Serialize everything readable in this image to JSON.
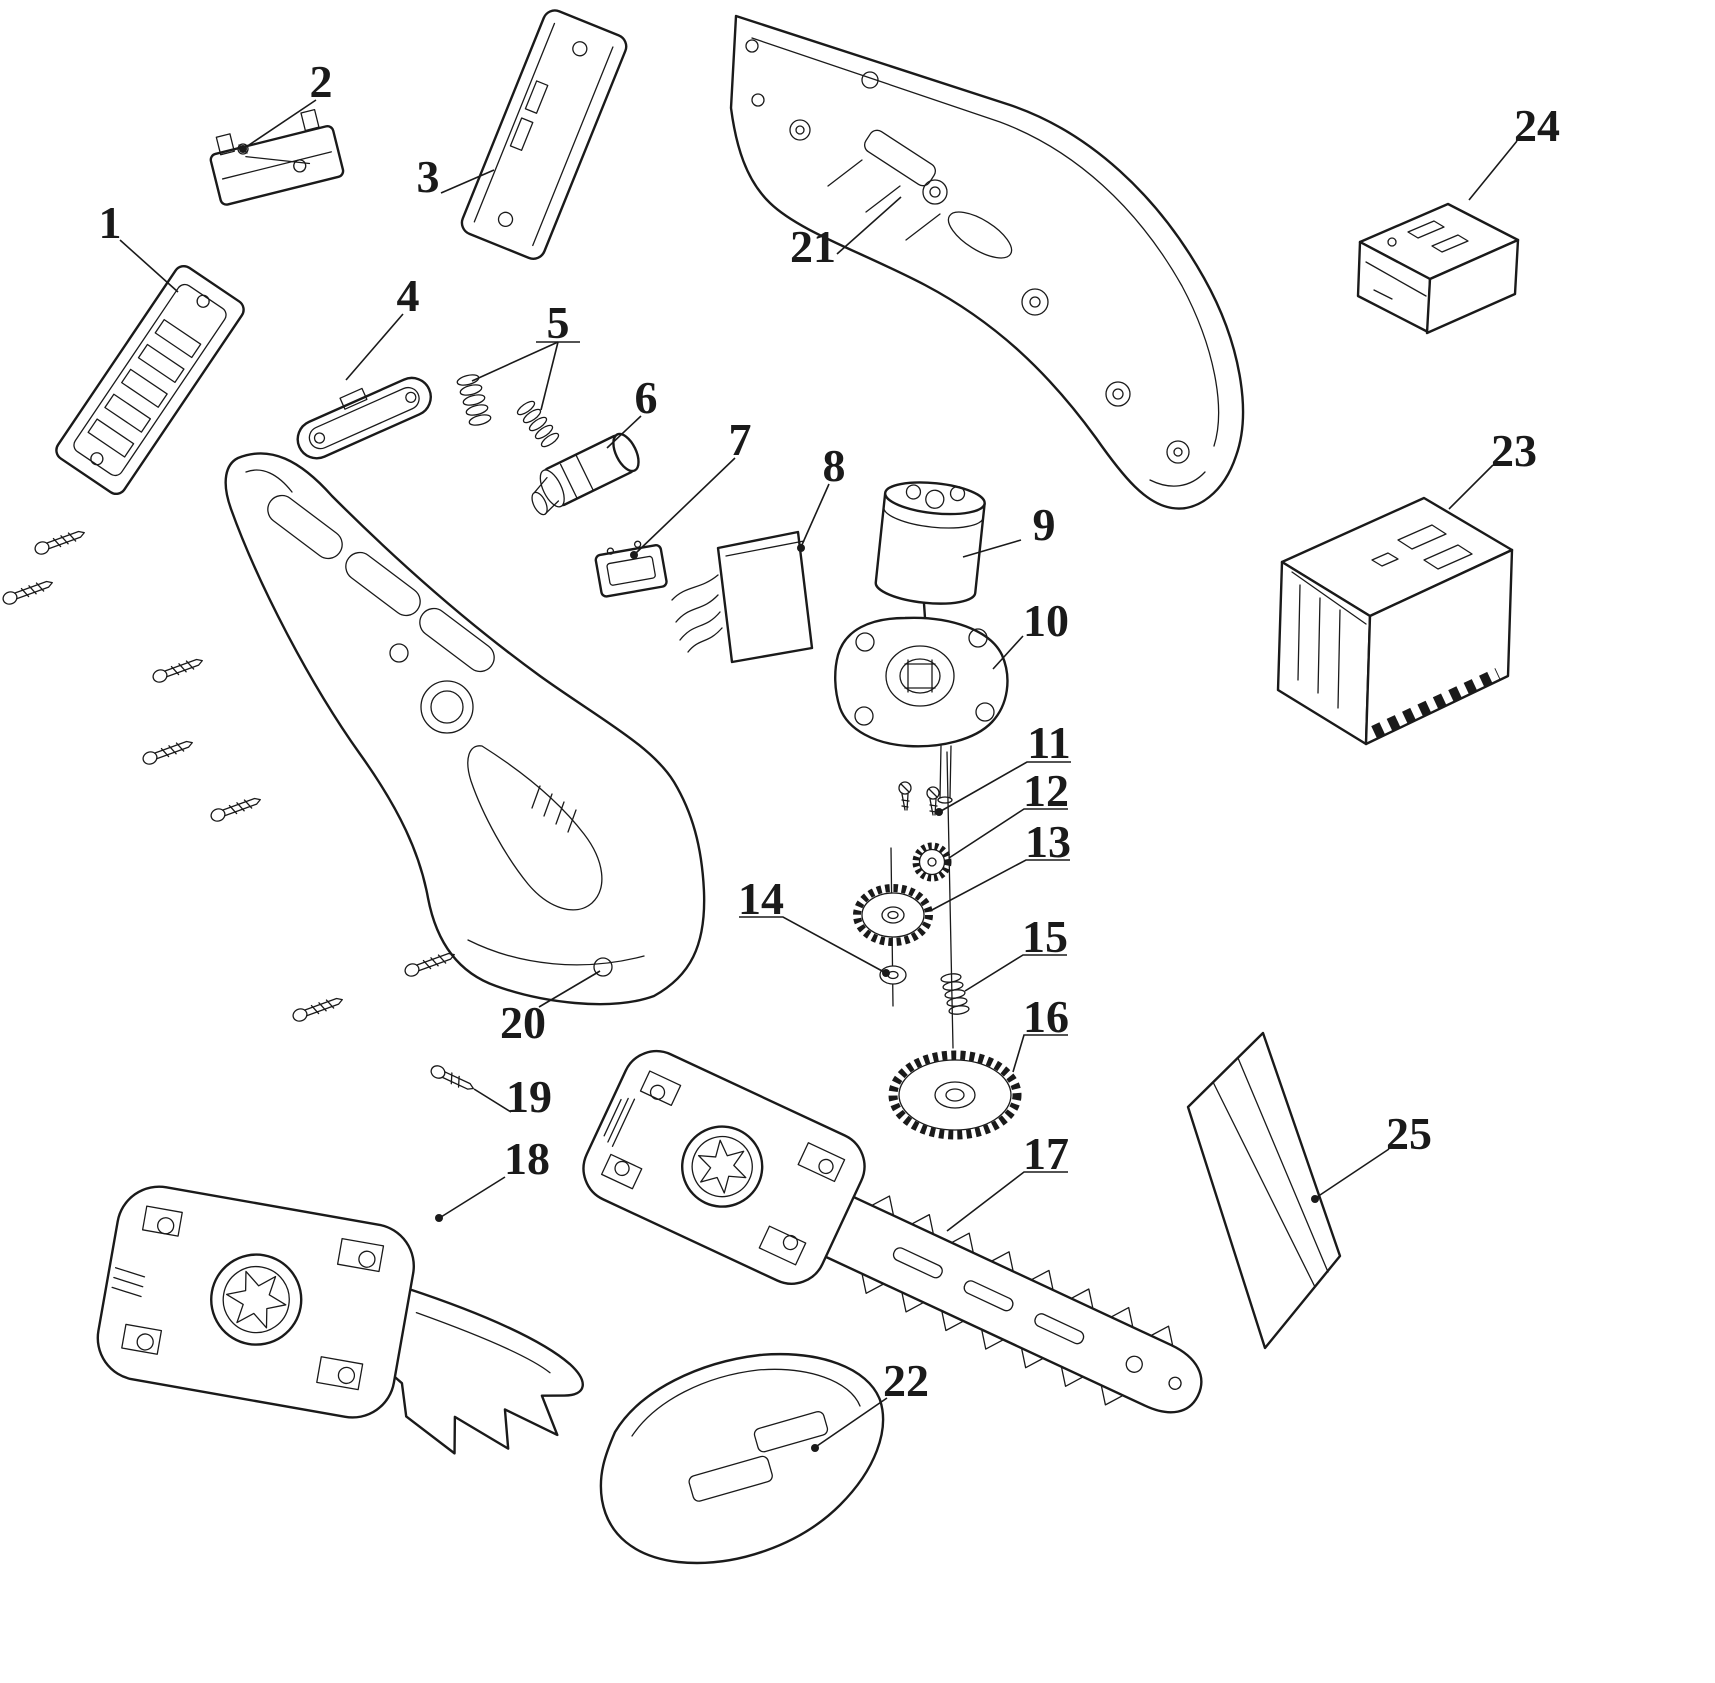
{
  "colors": {
    "ink": "#1a1a1a",
    "background": "#ffffff"
  },
  "diagram": {
    "type": "exploded-parts-diagram",
    "labels": [
      {
        "text": "1"
      },
      {
        "text": "2"
      },
      {
        "text": "3"
      },
      {
        "text": "4"
      },
      {
        "text": "5"
      },
      {
        "text": "6"
      },
      {
        "text": "7"
      },
      {
        "text": "8"
      },
      {
        "text": "9"
      },
      {
        "text": "10"
      },
      {
        "text": "11"
      },
      {
        "text": "12"
      },
      {
        "text": "13"
      },
      {
        "text": "14"
      },
      {
        "text": "15"
      },
      {
        "text": "16"
      },
      {
        "text": "17"
      },
      {
        "text": "18"
      },
      {
        "text": "19"
      },
      {
        "text": "20"
      },
      {
        "text": "21"
      },
      {
        "text": "22"
      },
      {
        "text": "23"
      },
      {
        "text": "24"
      },
      {
        "text": "25"
      }
    ]
  }
}
